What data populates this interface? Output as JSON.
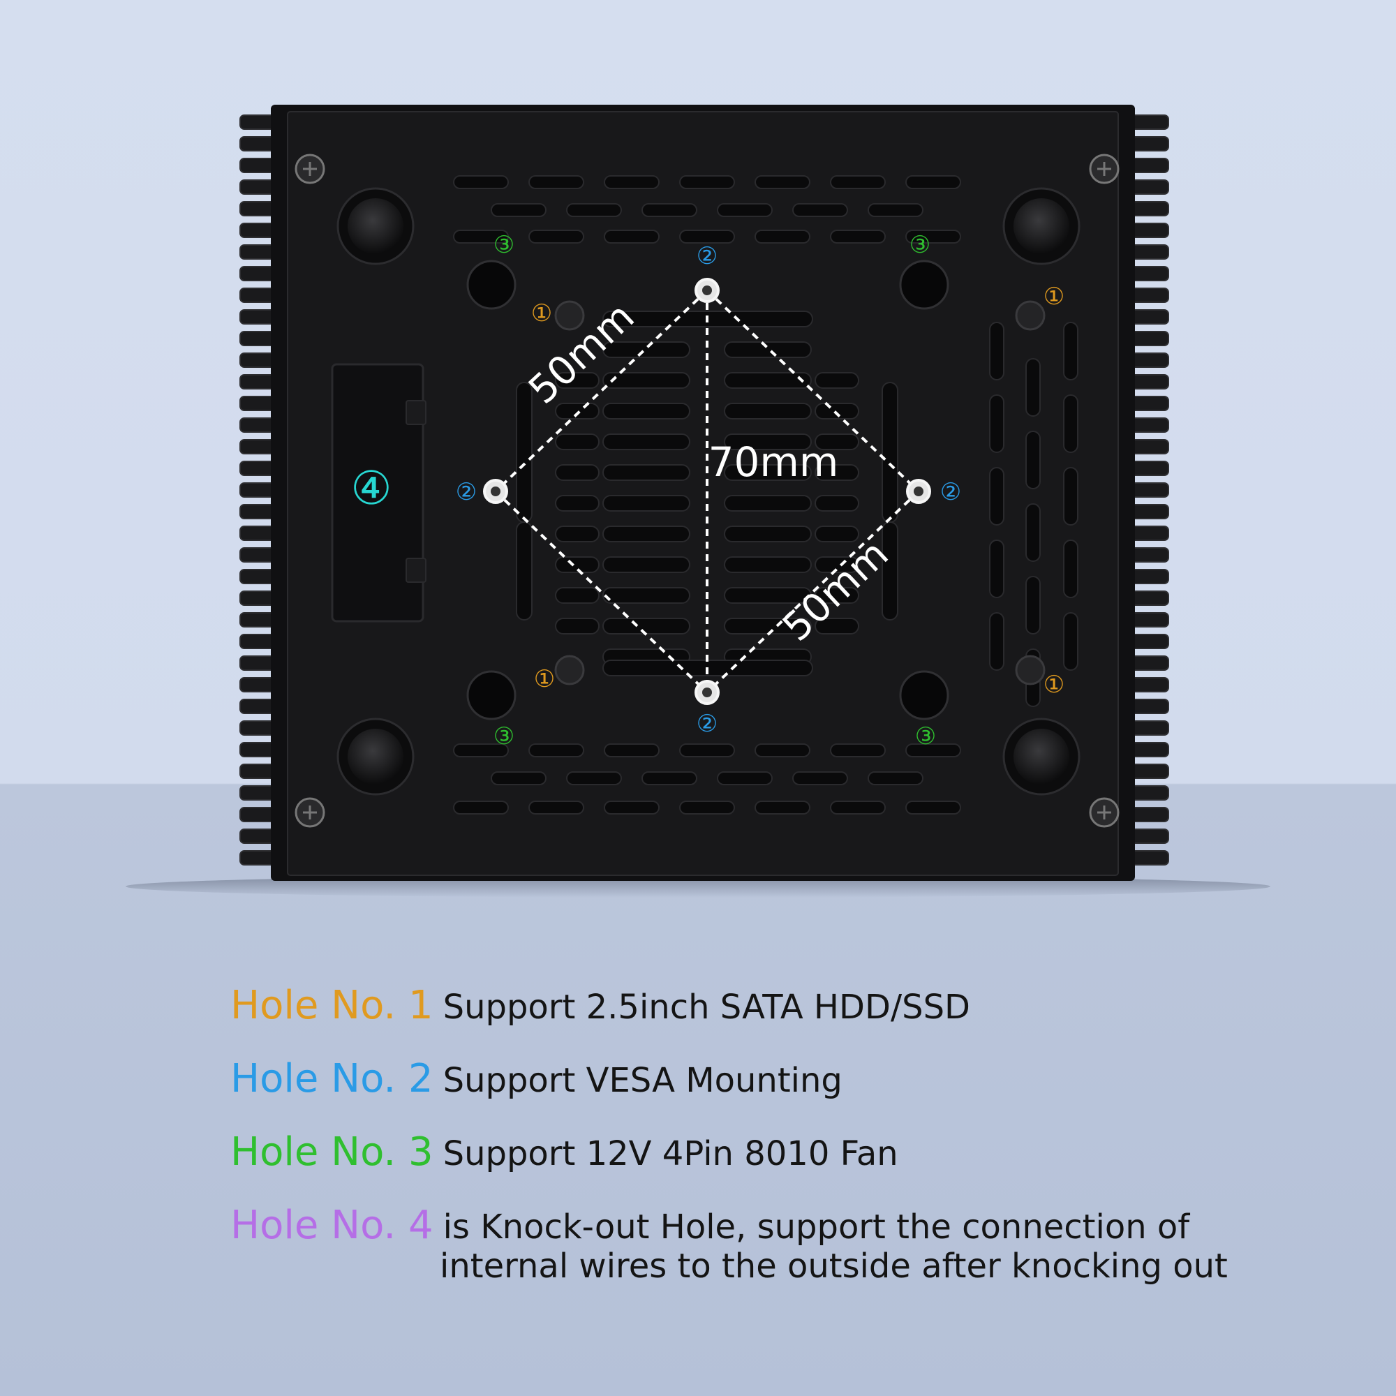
{
  "colors": {
    "background_top": "#d5deef",
    "background_bottom": "#b5c1d8",
    "device_body": "#121214",
    "hole1": "#e09a1f",
    "hole2": "#2a9be6",
    "hole3": "#2fbf2f",
    "hole4": "#b56ee6",
    "knockout_label": "#27d7d2",
    "dimension_text": "#ffffff"
  },
  "device": {
    "markers": {
      "hole1": "①",
      "hole2": "②",
      "hole3": "③",
      "hole4": "④"
    },
    "dimensions": {
      "diag_top_left": "50mm",
      "vertical": "70mm",
      "diag_bottom_right": "50mm"
    }
  },
  "legend": [
    {
      "hole": "Hole No. 1",
      "text": "Support 2.5inch SATA HDD/SSD",
      "color": "#e09a1f"
    },
    {
      "hole": "Hole No. 2",
      "text": "Support VESA Mounting",
      "color": "#2a9be6"
    },
    {
      "hole": "Hole No. 3",
      "text": "Support 12V 4Pin 8010 Fan",
      "color": "#2fbf2f"
    },
    {
      "hole": "Hole No. 4",
      "text": "is Knock-out Hole, support the connection of",
      "text2": "internal wires to the outside after knocking out",
      "color": "#b56ee6"
    }
  ]
}
